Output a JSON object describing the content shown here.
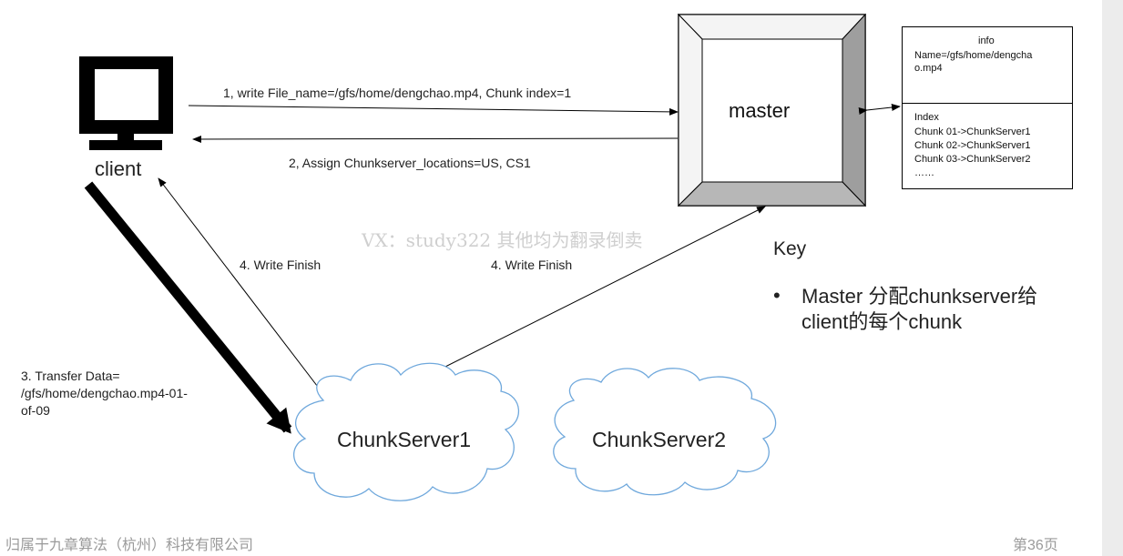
{
  "client": {
    "label": "client"
  },
  "master": {
    "label": "master"
  },
  "info_box": {
    "header": "info",
    "name_line1": "Name=/gfs/home/dengcha",
    "name_line2": "o.mp4",
    "index_title": "Index",
    "entries": [
      "Chunk 01->ChunkServer1",
      "Chunk 02->ChunkServer1",
      "Chunk 03->ChunkServer2"
    ],
    "ellipsis": "……"
  },
  "steps": {
    "step1": "1,  write File_name=/gfs/home/dengchao.mp4, Chunk index=1",
    "step2": "2, Assign Chunkserver_locations=US, CS1",
    "step3_line1": "3. Transfer Data=",
    "step3_line2": "/gfs/home/dengchao.mp4-01-",
    "step3_line3": "of-09",
    "step4_left": "4. Write Finish",
    "step4_right": "4. Write Finish"
  },
  "watermark": "VX：study322 其他均为翻录倒卖",
  "key": {
    "title": "Key",
    "bullet": "•",
    "text": "Master 分配chunkserver给client的每个chunk"
  },
  "clouds": {
    "cs1": "ChunkServer1",
    "cs2": "ChunkServer2"
  },
  "footer": {
    "left": "归属于九章算法（杭州）科技有限公司",
    "right": "第36页"
  },
  "colors": {
    "cloud_stroke": "#6fa8dc",
    "master_side": "#9e9e9e",
    "master_bottom": "#b7b7b7"
  }
}
